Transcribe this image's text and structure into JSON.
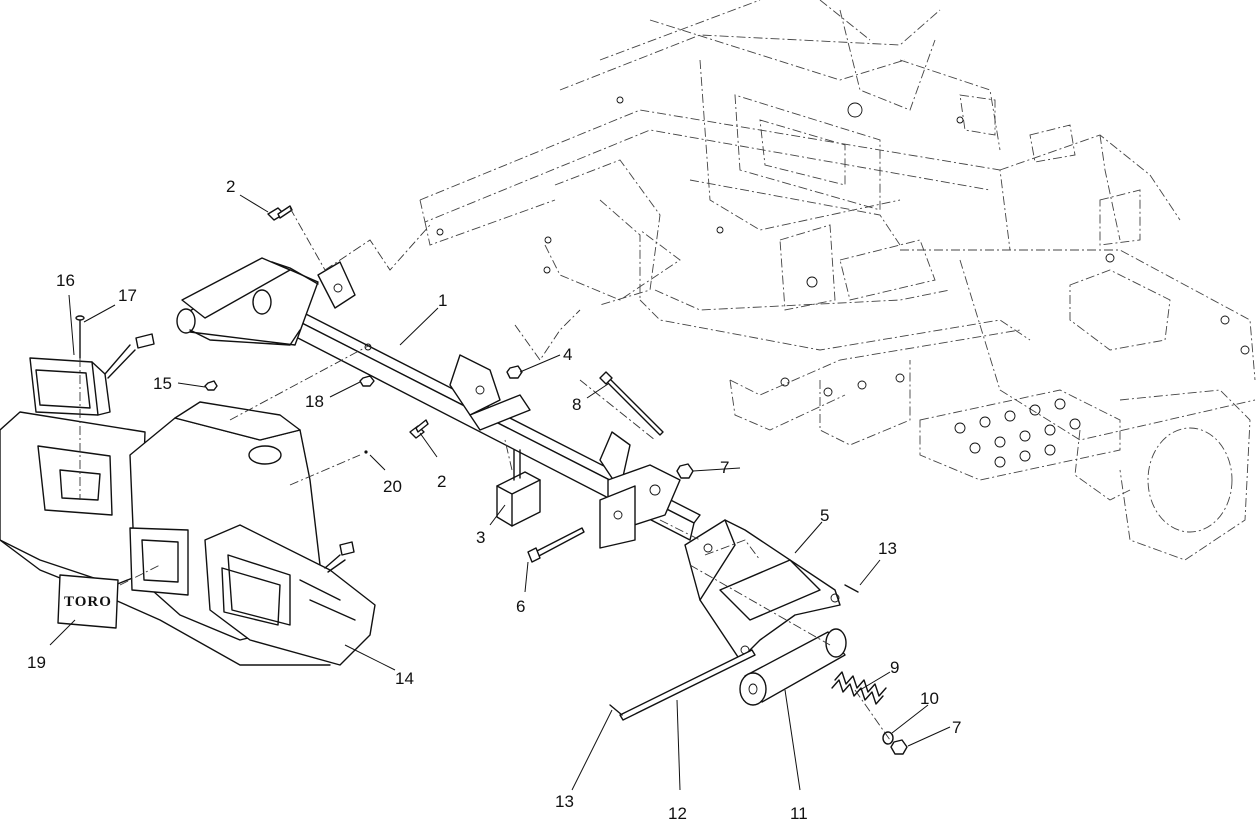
{
  "diagram": {
    "logo_text": "TORO",
    "callouts": [
      {
        "id": "c1",
        "label": "1"
      },
      {
        "id": "c2a",
        "label": "2"
      },
      {
        "id": "c2b",
        "label": "2"
      },
      {
        "id": "c3",
        "label": "3"
      },
      {
        "id": "c4",
        "label": "4"
      },
      {
        "id": "c5",
        "label": "5"
      },
      {
        "id": "c6",
        "label": "6"
      },
      {
        "id": "c7a",
        "label": "7"
      },
      {
        "id": "c7b",
        "label": "7"
      },
      {
        "id": "c8",
        "label": "8"
      },
      {
        "id": "c9",
        "label": "9"
      },
      {
        "id": "c10",
        "label": "10"
      },
      {
        "id": "c11",
        "label": "11"
      },
      {
        "id": "c12",
        "label": "12"
      },
      {
        "id": "c13a",
        "label": "13"
      },
      {
        "id": "c13b",
        "label": "13"
      },
      {
        "id": "c14",
        "label": "14"
      },
      {
        "id": "c15",
        "label": "15"
      },
      {
        "id": "c16",
        "label": "16"
      },
      {
        "id": "c17",
        "label": "17"
      },
      {
        "id": "c18",
        "label": "18"
      },
      {
        "id": "c19",
        "label": "19"
      },
      {
        "id": "c20",
        "label": "20"
      }
    ]
  }
}
